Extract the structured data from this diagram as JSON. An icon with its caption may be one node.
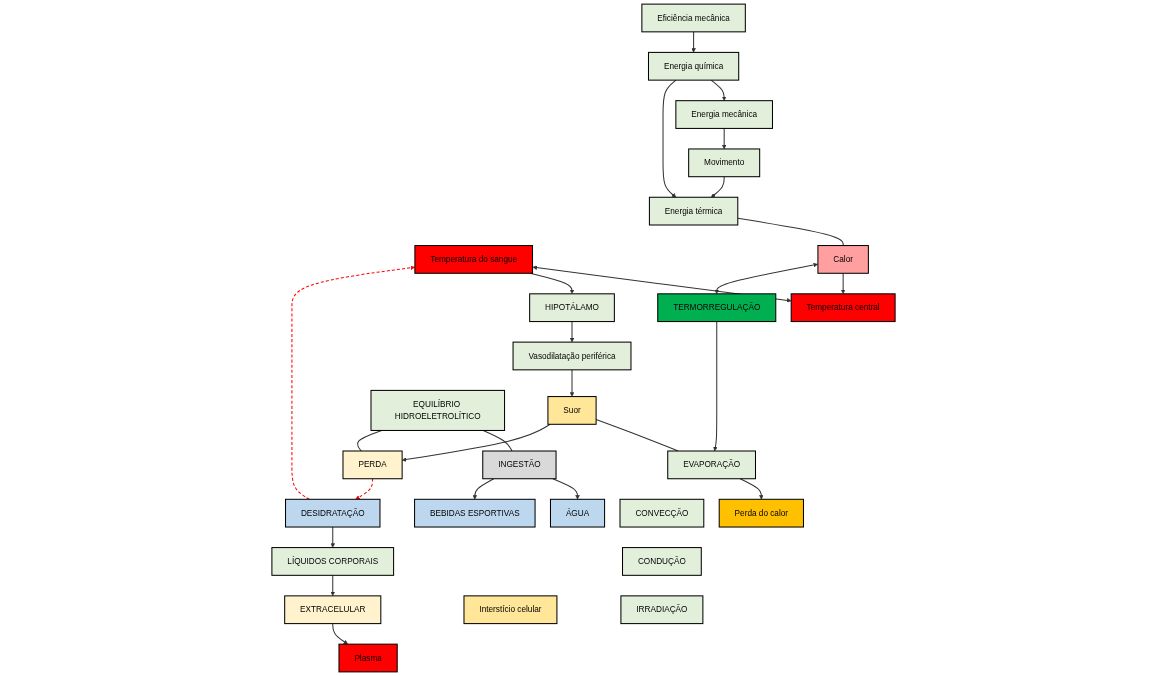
{
  "diagram": {
    "nodes": [
      {
        "text": [
          "Eficiência mecânica"
        ]
      },
      {
        "text": [
          "Energia química"
        ]
      },
      {
        "text": [
          "Energia mecânica"
        ]
      },
      {
        "text": [
          "Movimento"
        ]
      },
      {
        "text": [
          "Energia térmica"
        ]
      },
      {
        "text": [
          "Temperatura do sangue"
        ]
      },
      {
        "text": [
          "Temperatura central"
        ]
      },
      {
        "text": [
          "Calor"
        ]
      },
      {
        "text": [
          "TERMORREGULAÇÃO"
        ]
      },
      {
        "text": [
          "HIPOTÁLAMO"
        ]
      },
      {
        "text": [
          "Vasodilatação periférica"
        ]
      },
      {
        "text": [
          "Suor"
        ]
      },
      {
        "text": [
          "EVAPORAÇÃO"
        ]
      },
      {
        "text": [
          "EQUILÍBRIO HIDROELETROLÍTICO"
        ]
      },
      {
        "text": [
          "CONVECÇÃO"
        ]
      },
      {
        "text": [
          "INGESTÃO"
        ]
      },
      {
        "text": [
          "PERDA"
        ]
      },
      {
        "text": [
          "CONDUÇÃO"
        ]
      },
      {
        "text": [
          "ÁGUA"
        ]
      },
      {
        "text": [
          "BEBIDAS ESPORTIVAS"
        ]
      },
      {
        "text": [
          "IRRADIAÇÃO"
        ]
      },
      {
        "text": [
          "DESIDRATAÇÃO"
        ]
      },
      {
        "text": [
          "Interstício celular"
        ]
      },
      {
        "text": [
          "Plasma"
        ]
      },
      {
        "text": [
          "EXTRACELULAR"
        ]
      },
      {
        "text": [
          "LÍQUIDOS CORPORAIS"
        ]
      },
      {
        "text": [
          "Perda do calor"
        ]
      }
    ],
    "edges": [
      {
        "from": 0,
        "to": 1,
        "arrow": "to"
      },
      {
        "from": 1,
        "to": 2,
        "arrow": "to"
      },
      {
        "from": 2,
        "to": 3,
        "arrow": "to"
      },
      {
        "from": 1,
        "to": 4,
        "arrow": "to"
      },
      {
        "from": 3,
        "to": 4,
        "arrow": "to"
      },
      {
        "from": 4,
        "to": 7,
        "arrow": "none"
      },
      {
        "from": 5,
        "to": 6,
        "arrow": "both"
      },
      {
        "from": 7,
        "to": 6,
        "arrow": "to"
      },
      {
        "from": 7,
        "to": 8,
        "arrow": "both"
      },
      {
        "from": 5,
        "to": 9,
        "arrow": "to"
      },
      {
        "from": 9,
        "to": 10,
        "arrow": "to"
      },
      {
        "from": 10,
        "to": 11,
        "arrow": "to"
      },
      {
        "from": 8,
        "to": 12,
        "arrow": "to"
      },
      {
        "from": 11,
        "to": 12,
        "arrow": "none"
      },
      {
        "from": 12,
        "to": 26,
        "arrow": "to"
      },
      {
        "from": 11,
        "to": 16,
        "arrow": "to"
      },
      {
        "from": 13,
        "to": 15,
        "arrow": "none"
      },
      {
        "from": 13,
        "to": 16,
        "arrow": "none"
      },
      {
        "from": 15,
        "to": 18,
        "arrow": "to"
      },
      {
        "from": 15,
        "to": 19,
        "arrow": "to"
      },
      {
        "from": 16,
        "to": 21,
        "arrow": "to",
        "style": "dashed",
        "color": "#ff0000"
      },
      {
        "from": 21,
        "to": 5,
        "arrow": "to",
        "style": "dashed",
        "color": "#ff0000"
      },
      {
        "from": 21,
        "to": 25,
        "arrow": "to"
      },
      {
        "from": 25,
        "to": 24,
        "arrow": "to"
      },
      {
        "from": 24,
        "to": 23,
        "arrow": "to"
      }
    ]
  }
}
